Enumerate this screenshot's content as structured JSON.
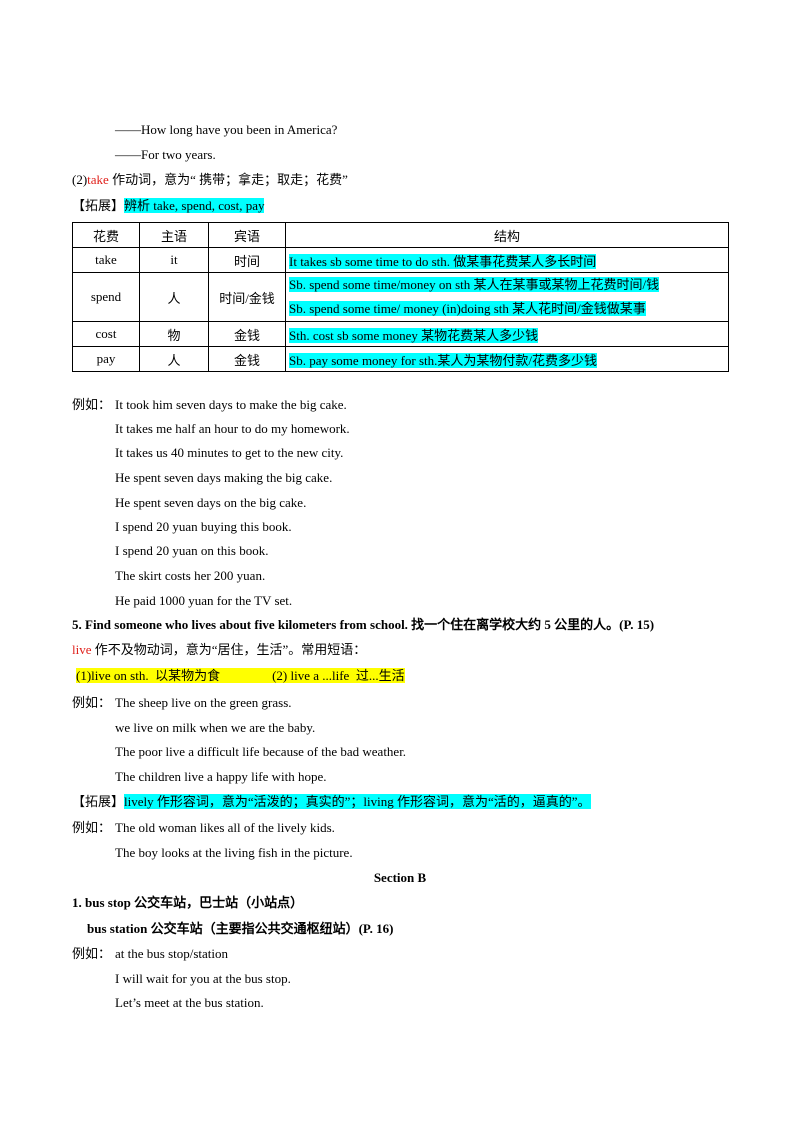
{
  "dialog": {
    "q": "——How long have you been in America?",
    "a": "——For two years."
  },
  "take_section": {
    "prefix": "(2)",
    "word": "take",
    "meaning": " 作动词，意为“  携带；拿走；取走；花费”"
  },
  "expand1": {
    "bracket": "【拓展】",
    "text": "辨析 take, spend, cost, pay"
  },
  "table": {
    "headers": [
      "花费",
      "主语",
      "宾语",
      "结构"
    ],
    "rows": [
      {
        "verb": "take",
        "subject": "it",
        "object": "时间",
        "structures": [
          "It takes sb some time to do sth.  做某事花费某人多长时间"
        ]
      },
      {
        "verb": "spend",
        "subject": "人",
        "object": "时间/金钱",
        "structures": [
          "Sb. spend some time/money on sth  某人在某事或某物上花费时间/钱",
          "Sb. spend some time/ money (in)doing sth    某人花时间/金钱做某事"
        ]
      },
      {
        "verb": "cost",
        "subject": "物",
        "object": "金钱",
        "structures": [
          "Sth. cost sb some money 某物花费某人多少钱"
        ]
      },
      {
        "verb": "pay",
        "subject": "人",
        "object": "金钱",
        "structures": [
          "Sb. pay some money for sth.某人为某物付款/花费多少钱"
        ]
      }
    ]
  },
  "examples1": {
    "label": "例如：",
    "lines": [
      "It took him seven days to make the big cake.",
      "It  takes me half an hour to do my homework.",
      "It takes us 40 minutes to get to the new city.",
      "He spent seven days making the big cake.",
      "He spent seven days on the big cake.",
      "I spend 20 yuan buying this book.",
      "I spend 20 yuan on this book.",
      "The skirt costs her 200 yuan.",
      "He paid 1000 yuan for the TV set."
    ]
  },
  "point5": {
    "heading": "5. Find someone who lives about five kilometers from school.  找一个住在离学校大约 5 公里的人。(P. 15)",
    "live_word": "live",
    "live_desc": " 作不及物动词，意为“居住，生活”。常用短语：",
    "phrases": "(1)live on sth.  以某物为食                (2) live a ...life  过...生活"
  },
  "examples2": {
    "label": "例如：",
    "lines": [
      "The  sheep live on the green grass.",
      "we live on milk when we are the baby.",
      "The poor live a difficult life because of the bad weather.",
      "The children live a happy life with hope."
    ]
  },
  "expand2": {
    "bracket": "【拓展】",
    "text": "lively 作形容词，意为“活泼的；真实的”；living 作形容词，意为“活的，逼真的”。"
  },
  "examples3": {
    "label": "例如：",
    "lines": [
      "The  old woman likes all of the lively kids.",
      "The boy looks at the living fish in the picture."
    ]
  },
  "sectionB": {
    "title": "Section B",
    "item1": "1. bus stop 公交车站，巴士站（小站点）",
    "item1b": "bus station  公交车站（主要指公共交通枢纽站）(P. 16)"
  },
  "examples4": {
    "label": "例如：",
    "lines": [
      "at the bus stop/station",
      "I  will  wait  for you at the bus stop.",
      "Let’s meet at the bus station."
    ]
  }
}
